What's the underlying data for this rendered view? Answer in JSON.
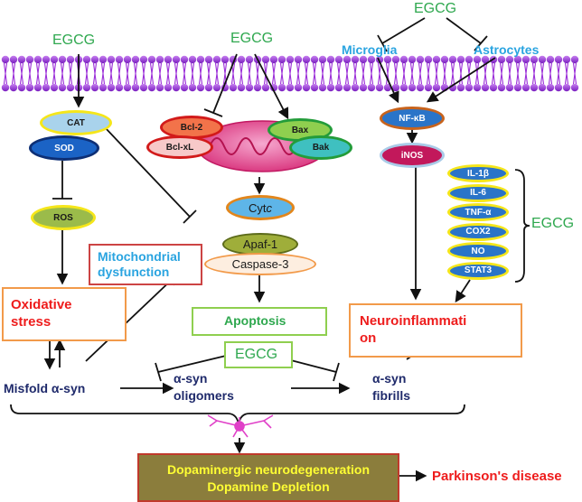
{
  "labels": {
    "egcg": "EGCG",
    "microglia": "Microglia",
    "astrocytes": "Astrocytes",
    "cat": "CAT",
    "sod": "SOD",
    "ros": "ROS",
    "bcl2": "Bcl-2",
    "bclxl": "Bcl-xL",
    "bax": "Bax",
    "bak": "Bak",
    "cyt_c_main": "Cyt ",
    "cyt_c_italic": "c",
    "apaf1": "Apaf-1",
    "caspase3": "Caspase-3",
    "nfkb": "NF-κB",
    "inos": "iNOS",
    "cytokines": [
      "IL-1β",
      "IL-6",
      "TNF-α",
      "COX2",
      "NO",
      "STAT3"
    ],
    "mito_line1": "Mitochondrial",
    "mito_line2": "dysfunction",
    "oxidative_line1": "Oxidative",
    "oxidative_line2": "stress",
    "apoptosis": "Apoptosis",
    "neuroinflam_line1": "Neuroinflammati",
    "neuroinflam_line2": "on",
    "misfold": "Misfold  α-syn",
    "oligomers_line1": "α-syn",
    "oligomers_line2": "oligomers",
    "fibrils_line1": "α-syn",
    "fibrils_line2": "fibrills",
    "dopa_line1": "Dopaminergic neurodegeneration",
    "dopa_line2": "Dopamine Depletion",
    "parkinsons": "Parkinson's disease"
  },
  "colors": {
    "egcg_green": "#2fa84f",
    "label_blue": "#2aa4e0",
    "outcome_red": "#ee1c1c",
    "navy_text": "#1f2a6b",
    "membrane_purple": "#9b2fd8",
    "oval_yellow_outline": "#f5e61a",
    "final_box_fill": "#8b7d3c",
    "final_box_text": "#ffff33"
  },
  "icons": [
    "cell-membrane-band",
    "mitochondrion-icon",
    "neuron-icon"
  ]
}
